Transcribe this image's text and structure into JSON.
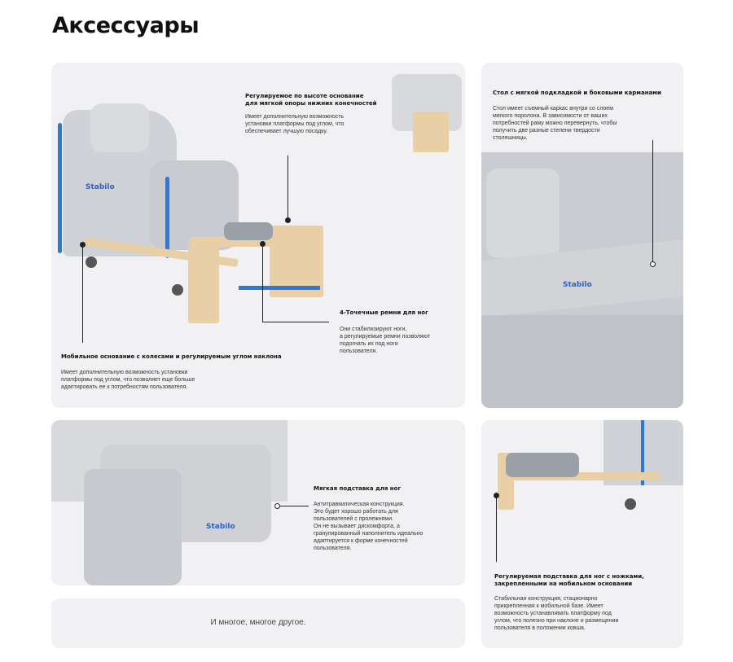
{
  "page": {
    "title": "Аксессуары"
  },
  "card_a": {
    "top_right": {
      "title_line1": "Регулируемое по высоте основание",
      "title_line2": "для мягкой опоры нижних конечностей",
      "text_line1": "Имеет дополнительную возможность",
      "text_line2": "установки платформы под углом, что",
      "text_line3": "обеспечивает лучшую посадку."
    },
    "middle": {
      "title": "4-Точечные ремни для ног",
      "text_line1": "Они стабилизируют ноги,",
      "text_line2": "а регулируемые ремни позволяют",
      "text_line3": "подогнать их под ноги",
      "text_line4": "пользователя."
    },
    "bottom": {
      "title": "Мобильное основание с колесами и регулируемым углом наклона",
      "text_line1": "Имеет дополнительную возможность установки",
      "text_line2": "платформы под углом, что позволяет еще больше",
      "text_line3": "адаптировать ее к потребностям пользователя."
    },
    "logo_text": "Stabilo"
  },
  "card_b": {
    "title": "Стол с мягкой подкладкой и боковыми карманами",
    "text_line1": "Стол имеет съемный каркас внутри со слоем",
    "text_line2": "мягкого поролона. В зависимости от ваших",
    "text_line3": "потребностей раму можно перевернуть, чтобы",
    "text_line4": "получить две разные степени твердости",
    "text_line5": "столешницы.",
    "logo_text": "Stabilo"
  },
  "card_c": {
    "title": "Мягкая подставка для ног",
    "text_line1": "Антитравматическая конструкция.",
    "text_line2": "Это будет хорошо работать для",
    "text_line3": "пользователей с пролежнями.",
    "text_line4": "Он не вызывает дискомфорта, а",
    "text_line5": "гранулированный наполнитель идеально",
    "text_line6": "адаптируется к форме конечностей",
    "text_line7": "пользователя.",
    "logo_text": "Stabilo"
  },
  "card_d": {
    "title_line1": "Регулируемая подставка для ног с ножками,",
    "title_line2": "закрепленными на мобильном основании",
    "text_line1": "Стабильная конструкция, стационарно",
    "text_line2": "прикрепленная к мобильной базе. Имеет",
    "text_line3": "возможность устанавливать платформу под",
    "text_line4": "углом, что полезно при наклоне и размещении",
    "text_line5": "пользователя в положении ковша."
  },
  "card_e": {
    "text": "И многое, многое другое."
  },
  "colors": {
    "accent_blue": "#2d7ad6",
    "card_bg": "#f1f1f3",
    "wood": "#e8cfa6",
    "upholstery": "#cfd2d6"
  }
}
